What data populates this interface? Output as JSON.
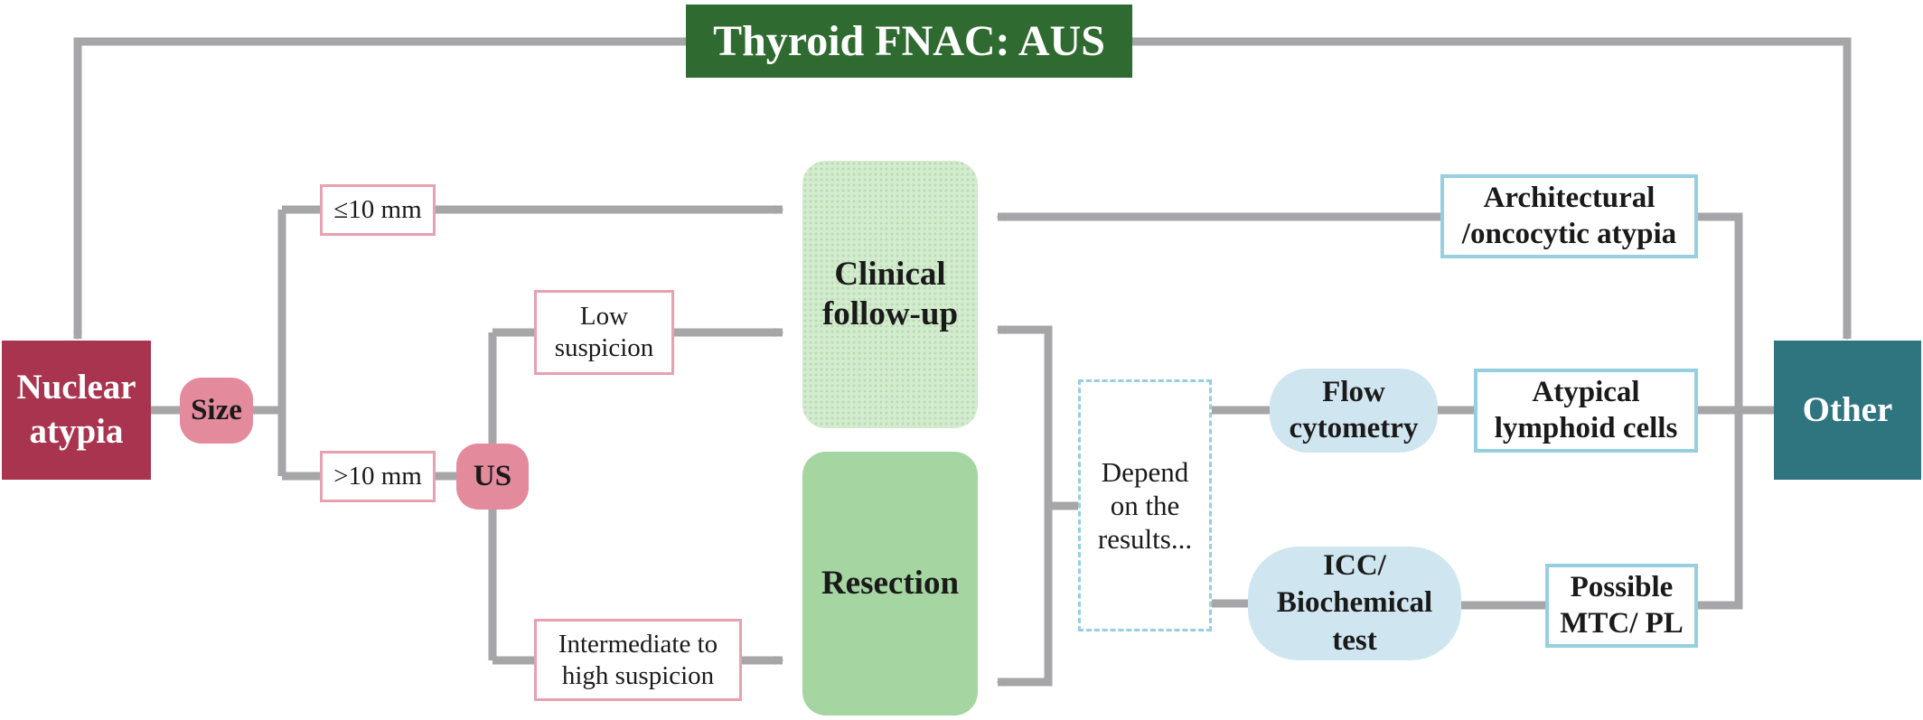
{
  "diagram": {
    "title": "Thyroid FNAC: AUS",
    "nodes": {
      "nuclear_atypia": "Nuclear\natypia",
      "other": "Other",
      "size": "Size",
      "le_10mm": "≤10 mm",
      "gt_10mm": ">10 mm",
      "us": "US",
      "low_suspicion": "Low\nsuspicion",
      "intermediate_high": "Intermediate to\nhigh suspicion",
      "clinical_followup": "Clinical\nfollow-up",
      "resection": "Resection",
      "depend_results": "Depend\non the\nresults...",
      "flow_cytometry": "Flow\ncytometry",
      "icc_biochemical": "ICC/\nBiochemical\ntest",
      "architectural_atypia": "Architectural\n/oncocytic atypia",
      "atypical_lymphoid": "Atypical\nlymphoid cells",
      "possible_mtc_pl": "Possible\nMTC/ PL"
    },
    "colors": {
      "title_bg": "#2f6b30",
      "nuclear_bg": "#a9344f",
      "other_bg": "#2e7580",
      "pink_pill": "#e38a9d",
      "pink_border": "#e7a1b0",
      "clinical_bg": "#d3ebce",
      "resection_bg": "#a5d5a1",
      "blue_pill": "#cfe6f0",
      "teal_border": "#96cfe0",
      "connector": "#a6a6a8"
    }
  }
}
